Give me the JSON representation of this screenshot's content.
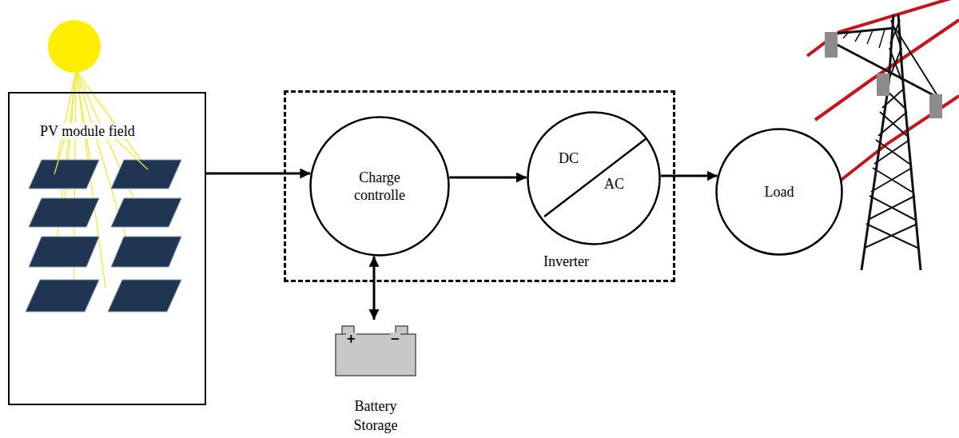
{
  "diagram": {
    "nodes": [
      {
        "text": [
          "PV module field"
        ]
      },
      {
        "text": [
          "Inverter"
        ]
      },
      {
        "text": [
          "Charge controlle"
        ],
        "in": 1
      },
      {
        "text": [
          "DC",
          "AC"
        ],
        "in": 1
      },
      {
        "text": [
          "Load"
        ]
      },
      {
        "text": [
          "Battery Storage"
        ]
      }
    ],
    "edges": [
      {
        "from": 0,
        "to": 2,
        "arrow": "to"
      },
      {
        "from": 2,
        "to": 3,
        "arrow": "to"
      },
      {
        "from": 3,
        "to": 4,
        "arrow": "to"
      },
      {
        "from": 2,
        "to": 5,
        "arrow": "both"
      }
    ],
    "labels": [
      "+",
      "−"
    ]
  }
}
